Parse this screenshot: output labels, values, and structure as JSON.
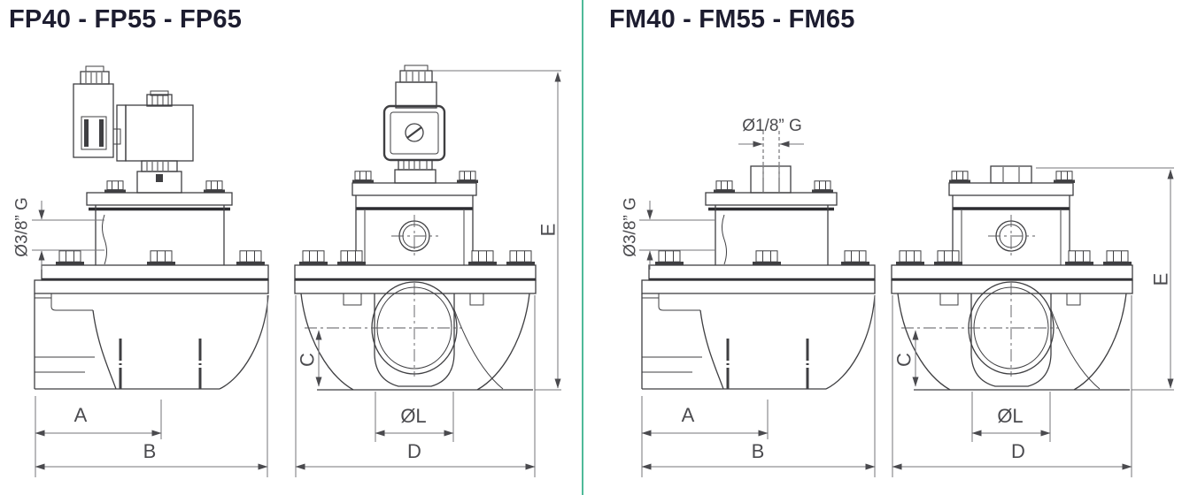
{
  "colors": {
    "background": "#ffffff",
    "divider_green": "#4fba99",
    "drawing_line": "#3f3f42",
    "dimension_line": "#76767a",
    "label_text": "#4b4b4f",
    "title_text": "#1d1d30"
  },
  "panels": [
    {
      "id": "FP",
      "title": "FP40 - FP55 - FP65",
      "labels": {
        "side_port_thread": "Ø3/8” G",
        "dim_a": "A",
        "dim_b": "B",
        "dim_c": "C",
        "dim_d": "D",
        "dim_e": "E",
        "outlet_diameter": "ØL"
      }
    },
    {
      "id": "FM",
      "title": "FM40 - FM55 - FM65",
      "labels": {
        "side_port_thread": "Ø3/8” G",
        "top_port_thread": "Ø1/8” G",
        "dim_a": "A",
        "dim_b": "B",
        "dim_c": "C",
        "dim_d": "D",
        "dim_e": "E",
        "outlet_diameter": "ØL"
      }
    }
  ]
}
